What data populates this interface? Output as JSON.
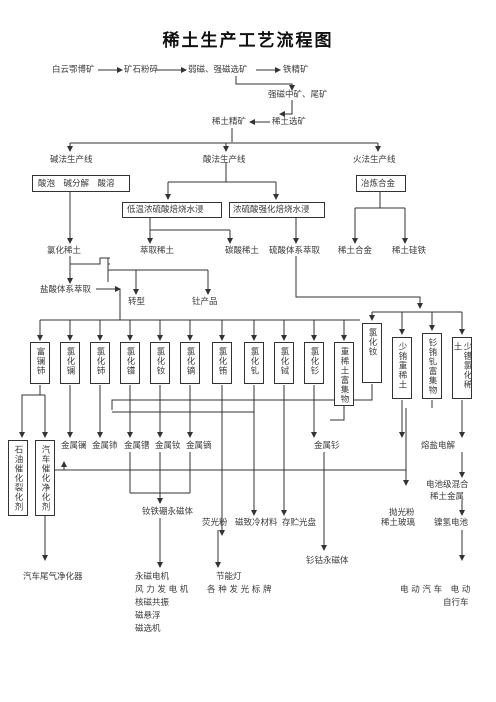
{
  "title": "稀土生产工艺流程图",
  "top_chain": [
    "白云鄂博矿",
    "矿石粉碎",
    "弱磁、强磁选矿",
    "铁精矿"
  ],
  "tailings": "强磁中矿、尾矿",
  "concentrate": "稀土精矿",
  "beneficiation": "稀土选矿",
  "lines": {
    "alkali": "碱法生产线",
    "acid": "酸法生产线",
    "fire": "火法生产线"
  },
  "alkali_steps": "酸泡　碱分解　酸溶",
  "smelting": "冶炼合金",
  "acid_low": "低温浓硫酸焙烧水浸",
  "acid_strong": "浓硫酸强化焙烧水浸",
  "row_products": {
    "chloride": "氯化稀土",
    "extraction": "萃取稀土",
    "carbonate": "碳酸稀土",
    "sulfate": "硫酸体系萃取",
    "alloy": "稀土合金",
    "ferrosilicon": "稀土硅铁"
  },
  "hcl_extraction": "盐酸体系萃取",
  "transform": "转型",
  "byproduct": "钍产品",
  "element_boxes": [
    "富镧铈",
    "氯化镧",
    "氯化铈",
    "氯化镨",
    "氯化钕",
    "氯化镝",
    "氯化铕",
    "氯化钆",
    "氯化铽",
    "氯化钐",
    "重稀土富集物"
  ],
  "right_boxes": [
    "氯化钕",
    "少铕重稀土",
    "钐铕钆富集物",
    "少镨氯化稀土"
  ],
  "catalyst_left": "石油催化裂化剂",
  "catalyst_right": "汽车催化净化剂",
  "metals": [
    "金属镧",
    "金属铈",
    "金属镨",
    "金属钕",
    "金属镝"
  ],
  "metal_sm": "金属钐",
  "molten_salt": "熔盐电解",
  "battery_alloy": [
    "电池级混合",
    "稀土金属"
  ],
  "ndfeb": "钕铁硼永磁体",
  "phosphor": "荧光粉",
  "magnetic_cooling": "磁致冷材料",
  "optical_disk": "存贮光盘",
  "polishing": [
    "抛光粉",
    "稀土玻璃"
  ],
  "nimh": "镍氢电池",
  "smco": "钐钴永磁体",
  "exhaust": "汽车尾气净化器",
  "magnet_apps": [
    "永磁电机",
    "风 力 发 电 机",
    "核磁共振",
    "磁悬浮",
    "磁选机"
  ],
  "lamp_apps": [
    "节能灯",
    "各 种 发 光 标 牌"
  ],
  "vehicle_apps": [
    "电 动 汽 车　电 动",
    "自行车"
  ],
  "icons": {
    "arrowhead": "filled-triangle"
  }
}
